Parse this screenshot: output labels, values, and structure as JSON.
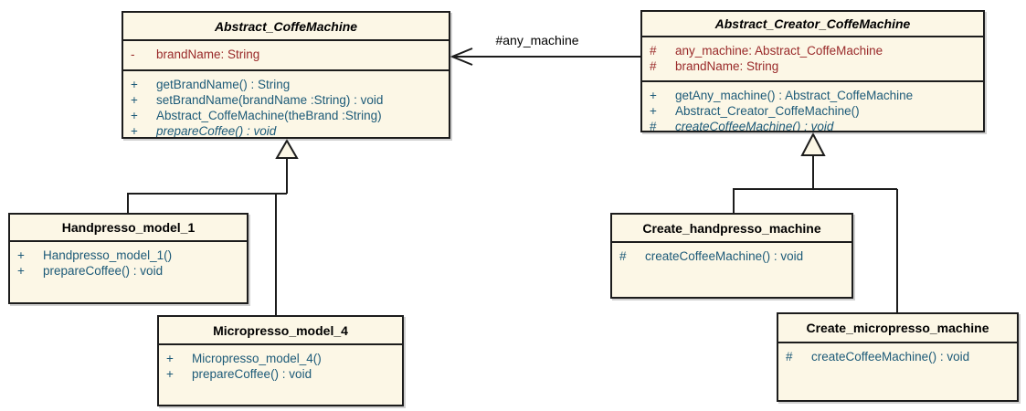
{
  "colors": {
    "box_fill": "#fcf7e6",
    "border": "#1c1c1c",
    "title_text": "#000000",
    "attribute_text": "#992929",
    "method_text": "#1c5a78"
  },
  "association": {
    "label": "#any_machine"
  },
  "classes": {
    "abstract_coffemachine": {
      "name": "Abstract_CoffeMachine",
      "abstract": true,
      "attributes": [
        {
          "vis": "-",
          "text": "brandName: String"
        }
      ],
      "methods": [
        {
          "vis": "+",
          "text": "getBrandName() : String"
        },
        {
          "vis": "+",
          "text": "setBrandName(brandName :String) : void"
        },
        {
          "vis": "+",
          "text": "Abstract_CoffeMachine(theBrand :String)"
        },
        {
          "vis": "+",
          "text": "prepareCoffee() : void",
          "italic": true
        }
      ]
    },
    "abstract_creator_coffemachine": {
      "name": "Abstract_Creator_CoffeMachine",
      "abstract": true,
      "attributes": [
        {
          "vis": "#",
          "text": "any_machine: Abstract_CoffeMachine"
        },
        {
          "vis": "#",
          "text": "brandName: String"
        }
      ],
      "methods": [
        {
          "vis": "+",
          "text": "getAny_machine() : Abstract_CoffeMachine"
        },
        {
          "vis": "+",
          "text": "Abstract_Creator_CoffeMachine()"
        },
        {
          "vis": "#",
          "text": "createCoffeeMachine() : void",
          "italic": true
        }
      ]
    },
    "handpresso_model_1": {
      "name": "Handpresso_model_1",
      "abstract": false,
      "attributes": [],
      "methods": [
        {
          "vis": "+",
          "text": "Handpresso_model_1()"
        },
        {
          "vis": "+",
          "text": "prepareCoffee() : void"
        }
      ]
    },
    "micropresso_model_4": {
      "name": "Micropresso_model_4",
      "abstract": false,
      "attributes": [],
      "methods": [
        {
          "vis": "+",
          "text": "Micropresso_model_4()"
        },
        {
          "vis": "+",
          "text": "prepareCoffee() : void"
        }
      ]
    },
    "create_handpresso_machine": {
      "name": "Create_handpresso_machine",
      "abstract": false,
      "attributes": [],
      "methods": [
        {
          "vis": "#",
          "text": "createCoffeeMachine() : void"
        }
      ]
    },
    "create_micropresso_machine": {
      "name": "Create_micropresso_machine",
      "abstract": false,
      "attributes": [],
      "methods": [
        {
          "vis": "#",
          "text": "createCoffeeMachine() : void"
        }
      ]
    }
  }
}
